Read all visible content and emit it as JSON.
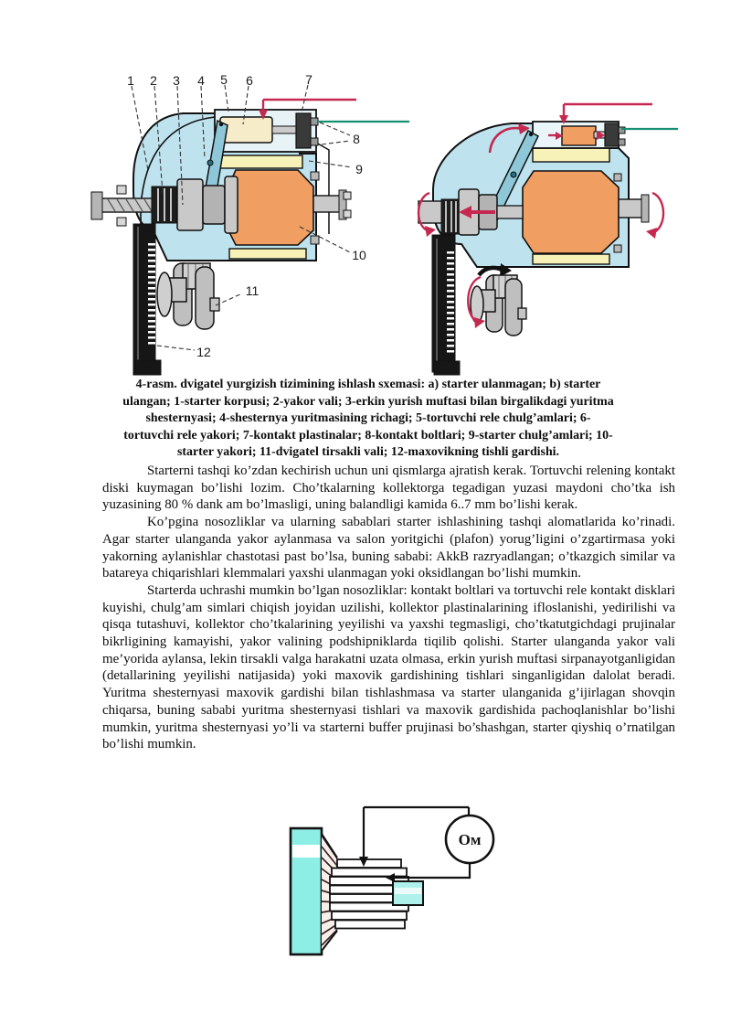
{
  "caption": {
    "lines": [
      "4-rasm. dvigatel yurgizish tizimining ishlash sxemasi: a) starter ulanmagan; b) starter",
      "ulangan; 1-starter korpusi; 2-yakor vali; 3-erkin yurish muftasi bilan birgalikdagi yuritma",
      "shesternyasi; 4-shesternya yuritmasining richagi; 5-tortuvchi rele chulg’amlari; 6-",
      "tortuvchi rele yakori; 7-kontakt plastinalar; 8-kontakt boltlari; 9-starter chulg’amlari; 10-",
      "starter yakori; 11-dvigatel tirsakli vali; 12-maxovikning tishli gardishi."
    ]
  },
  "paragraphs": [
    "Starterni tashqi ko’zdan kechirish uchun uni qismlarga ajratish kerak. Tortuvchi relening kontakt diski kuymagan bo’lishi lozim. Cho’tkalarning kollektorga tegadigan yuzasi maydoni cho’tka ish yuzasining 80 % dank am bo’lmasligi, uning balandligi kamida 6..7 mm bo’lishi kerak.",
    "Ko’pgina nosozliklar va ularning sabablari starter ishlashining tashqi alomatlarida ko’rinadi. Agar starter ulanganda yakor aylanmasa va salon yoritgichi (plafon) yorug’ligini o’zgartirmasa yoki yakorning aylanishlar chastotasi past bo’lsa, buning sababi: AkkB razryadlangan; o’tkazgich similar va batareya chiqarishlari klemmalari yaxshi ulanmagan yoki oksidlangan bo’lishi mumkin.",
    "Starterda uchrashi mumkin bo’lgan nosozliklar: kontakt boltlari va tortuvchi rele kontakt disklari kuyishi, chulg’am simlari chiqish joyidan uzilishi, kollektor plastinalarining ifloslanishi, yedirilishi va qisqa tutashuvi, kollektor cho’tkalarining yeyilishi va yaxshi tegmasligi, cho’tkatutgichdagi prujinalar bikrligining kamayishi, yakor valining podshipniklarda tiqilib qolishi. Starter ulanganda yakor vali me’yorida aylansa, lekin tirsakli valga harakatni uzata olmasa, erkin yurish muftasi sirpanayotganligidan (detallarining yeyilishi natijasida) yoki maxovik gardishining tishlari singanligidan dalolat beradi. Yuritma shesternyasi maxovik gardishi bilan tishlashmasa va starter ulanganida g’ijirlagan shovqin chiqarsa, buning sababi yuritma shesternyasi tishlari va maxovik gardishida pachoqlanishlar bo’lishi mumkin, yuritma shesternyasi yo’li va starterni buffer prujinasi bo’shashgan, starter qiyshiq o’rnatilgan bo’lishi mumkin."
  ],
  "figure_a": {
    "callouts": [
      "1",
      "2",
      "3",
      "4",
      "5",
      "6",
      "7",
      "8",
      "9",
      "10",
      "11",
      "12"
    ]
  },
  "figure_c": {
    "meter_label": "Ом"
  },
  "colors": {
    "housing_blue": "#bfe3ee",
    "armature_orange": "#f09e62",
    "solenoid_cream": "#f6ecca",
    "field_winding_yellow": "#f6f2b8",
    "lever_blue": "#8ec7d8",
    "metal_gray": "#c9c9c9",
    "wire_red": "#c52950",
    "wire_green": "#159070",
    "flywheel_black": "#161616",
    "slab_cyan": "#8deee6"
  }
}
